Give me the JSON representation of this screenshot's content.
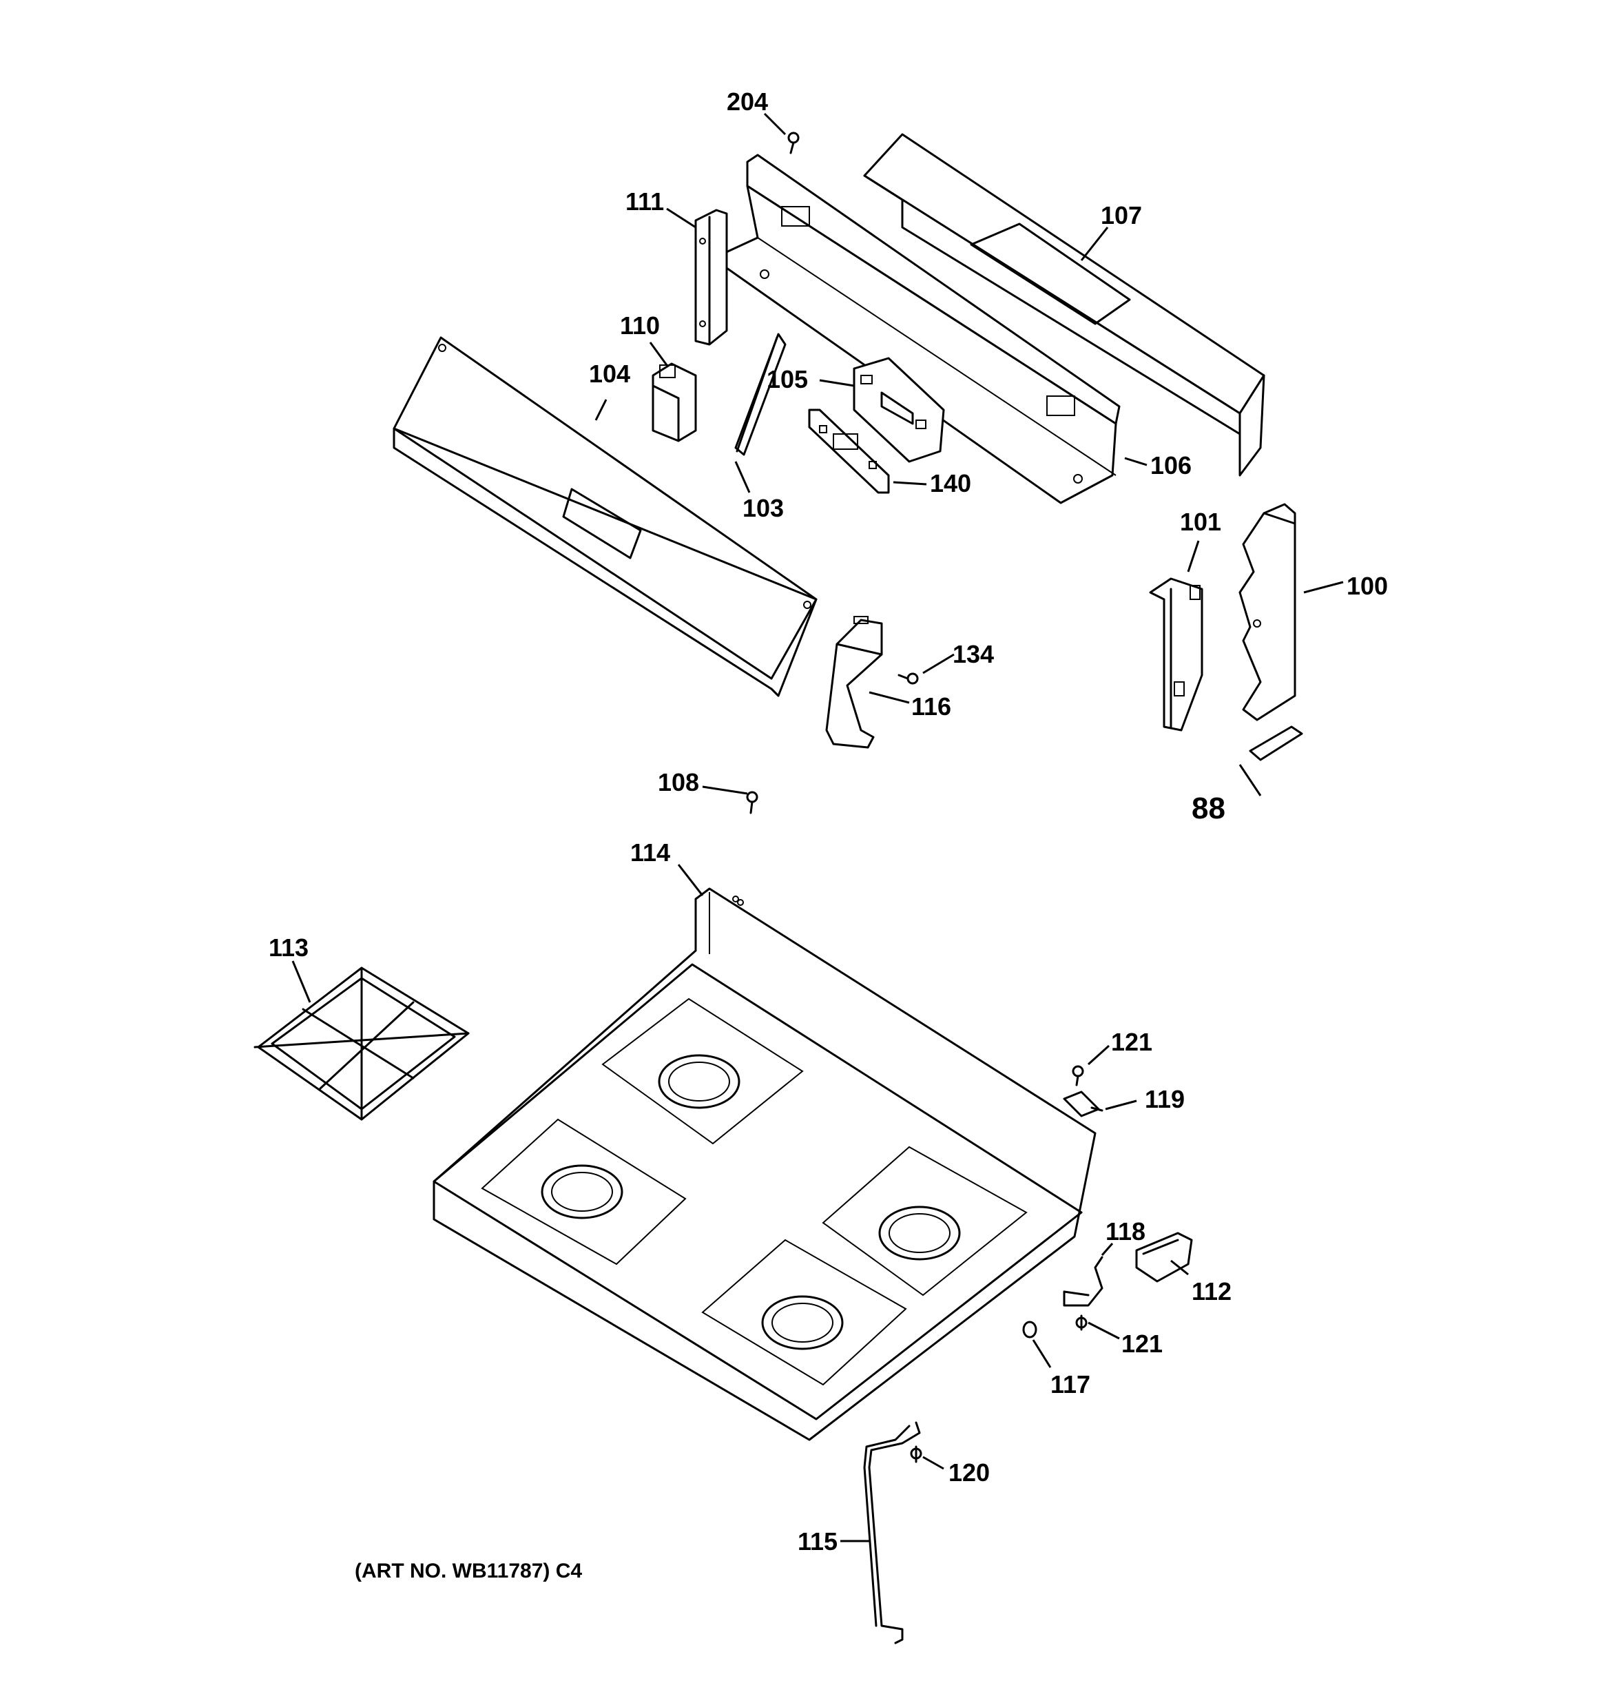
{
  "callouts": {
    "c204": "204",
    "c111": "111",
    "c107": "107",
    "c110": "110",
    "c104": "104",
    "c105": "105",
    "c106": "106",
    "c140": "140",
    "c103": "103",
    "c101": "101",
    "c100": "100",
    "c134": "134",
    "c116": "116",
    "c108": "108",
    "c88": "88",
    "c114": "114",
    "c113": "113",
    "c121a": "121",
    "c119": "119",
    "c118": "118",
    "c112": "112",
    "c121b": "121",
    "c117": "117",
    "c120": "120",
    "c115": "115"
  },
  "caption": "(ART NO. WB11787) C4"
}
